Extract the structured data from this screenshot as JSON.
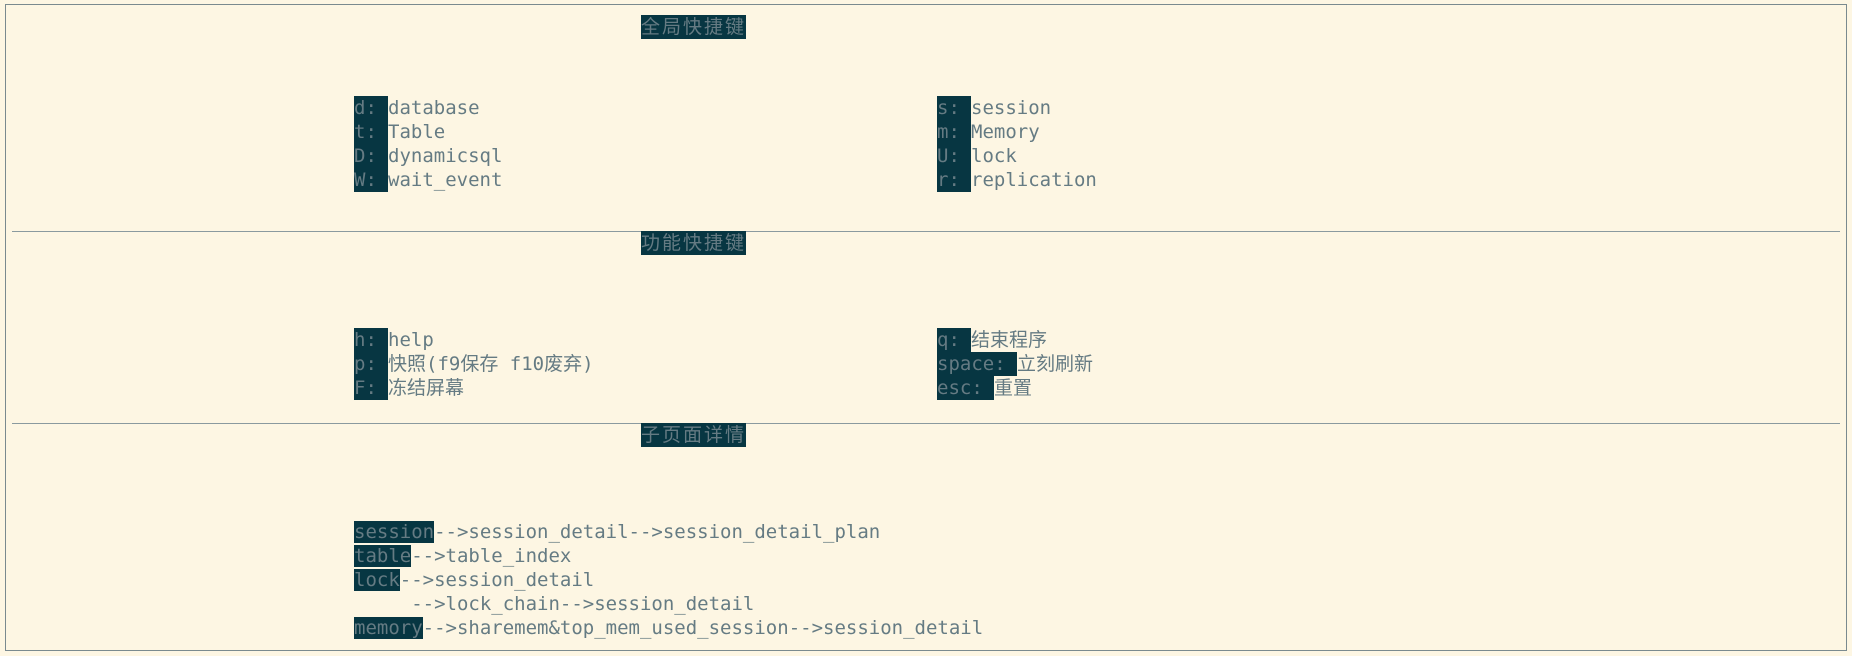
{
  "sections": [
    {
      "title": "全局快捷键",
      "left": [
        {
          "key": "d:",
          "label": "database"
        },
        {
          "key": "t:",
          "label": "Table"
        },
        {
          "key": "D:",
          "label": "dynamicsql"
        },
        {
          "key": "W:",
          "label": "wait_event"
        }
      ],
      "right": [
        {
          "key": "s:",
          "label": "session"
        },
        {
          "key": "m:",
          "label": "Memory"
        },
        {
          "key": "U:",
          "label": "lock"
        },
        {
          "key": "r:",
          "label": "replication"
        }
      ]
    },
    {
      "title": "功能快捷键",
      "left": [
        {
          "key": "h:",
          "label": "help"
        },
        {
          "key": "p:",
          "label": "快照(f9保存 f10废弃)"
        },
        {
          "key": "F:",
          "label": "冻结屏幕"
        }
      ],
      "right": [
        {
          "key": "q:",
          "label": "结束程序"
        },
        {
          "key": "space:",
          "label": "立刻刷新"
        },
        {
          "key": "esc:",
          "label": "重置"
        }
      ]
    },
    {
      "title": "子页面详情",
      "lines": [
        {
          "key": "session",
          "rest": "-->session_detail-->session_detail_plan"
        },
        {
          "key": "table",
          "rest": "-->table_index"
        },
        {
          "key": "lock",
          "rest": "-->session_detail"
        },
        {
          "key": "",
          "rest": "     -->lock_chain-->session_detail"
        },
        {
          "key": "memory",
          "rest": "-->sharemem&top_mem_used_session-->session_detail"
        }
      ]
    }
  ],
  "colors": {
    "background": "#fdf6e3",
    "highlight": "#073642",
    "text": "#657b83"
  }
}
